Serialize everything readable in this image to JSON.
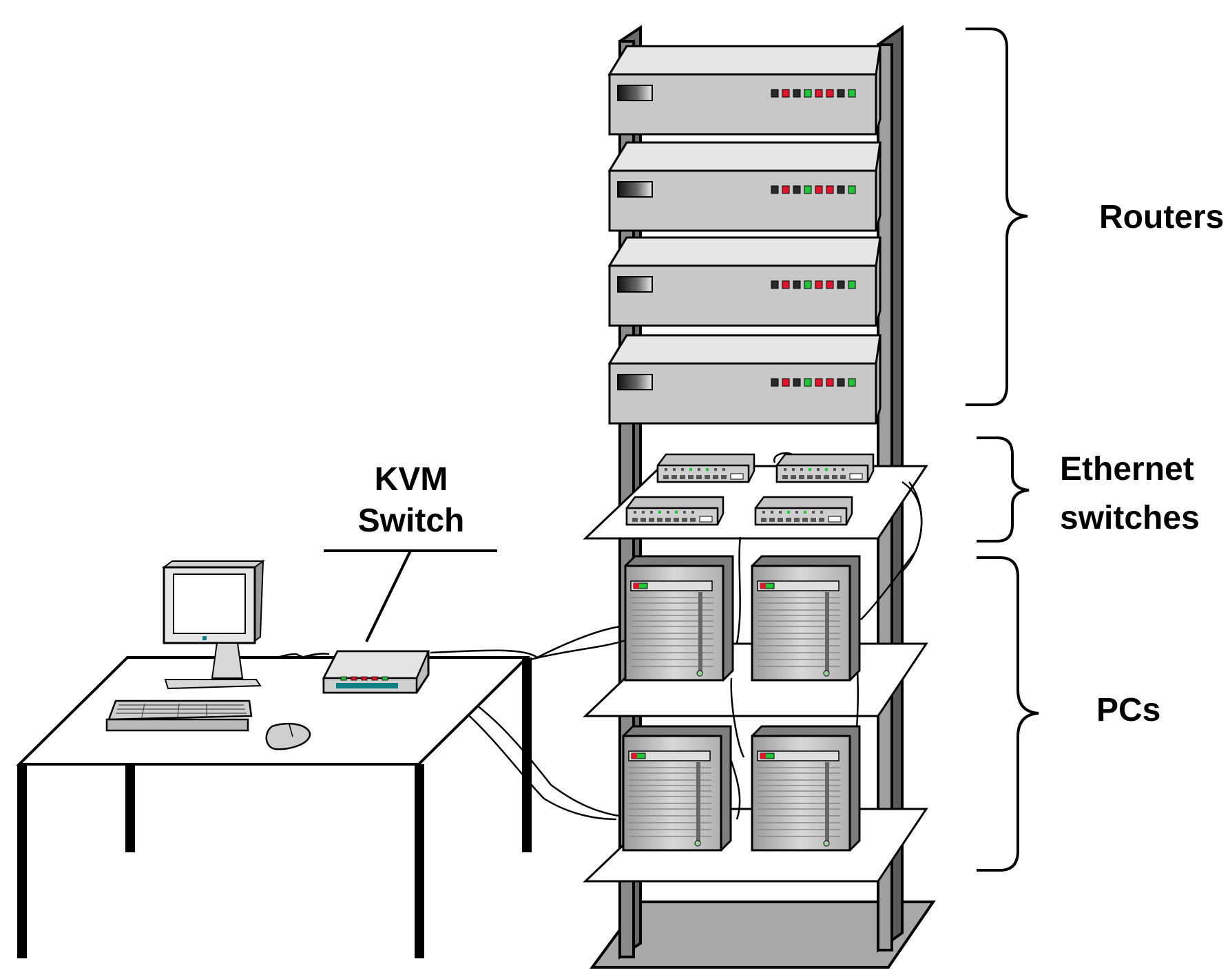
{
  "labels": {
    "kvm_line1": "KVM",
    "kvm_line2": "Switch",
    "routers": "Routers",
    "ethernet_line1": "Ethernet",
    "ethernet_line2": "switches",
    "pcs": "PCs"
  },
  "icons": {
    "monitor": "monitor-icon",
    "keyboard": "keyboard-icon",
    "mouse": "mouse-icon",
    "kvm_switch": "kvm-switch-icon",
    "router": "router-icon",
    "ethernet_switch": "ethernet-switch-icon",
    "pc_tower": "pc-tower-icon"
  },
  "colors": {
    "device_gray": "#c4c4c4",
    "device_light": "#e2e2e2",
    "rack_gray": "#a8a8a8",
    "led_red": "#e0162b",
    "led_green": "#22c43a",
    "led_dark": "#2a2a2a",
    "kvm_teal": "#0f7f86"
  },
  "counts": {
    "routers": 4,
    "ethernet_switches": 4,
    "pcs": 4
  }
}
